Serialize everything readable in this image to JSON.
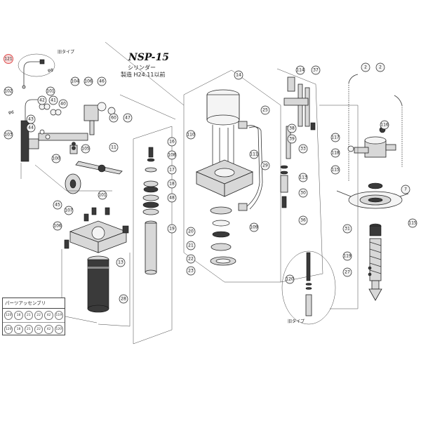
{
  "header": {
    "title": "NSP-15",
    "subtitle": "シリンダー",
    "note": "製造 H24.11以前"
  },
  "notes": {
    "old_type_top": "旧タイプ",
    "old_type_bottom": "旧タイプ",
    "phi8": "φ8",
    "phi6": "φ6"
  },
  "parts_table": {
    "header": "パーツアッセンブリ",
    "row1": [
      "120",
      "18",
      "21",
      "22",
      "42",
      "119"
    ],
    "row2": [
      "120",
      "18",
      "21",
      "22",
      "42",
      "120"
    ]
  },
  "callouts": {
    "c121": "121",
    "c102": "102",
    "c101a": "101",
    "c42": "42",
    "c41": "41",
    "c40": "40",
    "c43": "43",
    "c44": "44",
    "c103": "103",
    "c100": "100",
    "c104": "104",
    "c106a": "106",
    "c46": "46",
    "c60": "60",
    "c47": "47",
    "c105": "105",
    "c11": "11",
    "c101b": "101",
    "c45": "45",
    "c107": "107",
    "c106b": "106",
    "c13": "13",
    "c28": "28",
    "c16": "16",
    "c108": "108",
    "c17": "17",
    "c18": "18",
    "c48": "48",
    "c19": "19",
    "c14": "14",
    "c110": "110",
    "c25": "25",
    "c111": "111",
    "c20": "20",
    "c21": "21",
    "c22": "22",
    "c23": "23",
    "c109": "109",
    "c114": "114",
    "c37": "37",
    "c38": "38",
    "c39": "39",
    "c33": "33",
    "c29": "29",
    "c113": "113",
    "c30": "30",
    "c36": "36",
    "c120": "120",
    "c2a": "2",
    "c2b": "2",
    "c117": "117",
    "c116": "116",
    "c118": "118",
    "c115a": "115",
    "c7": "7",
    "c115b": "115",
    "c31": "31",
    "c119": "119",
    "c27": "27"
  },
  "colors": {
    "highlight": "#e05050",
    "line": "#333333"
  }
}
